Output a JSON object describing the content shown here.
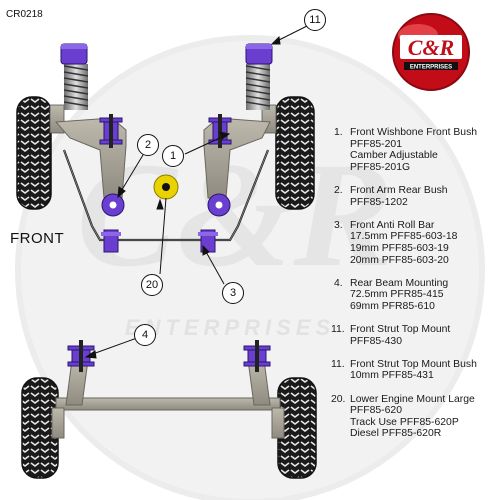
{
  "diagram_code": "CR0218",
  "front_label": "FRONT",
  "logo": {
    "text_main": "C&R",
    "text_sub": "ENTERPRISES",
    "color": "#d0101a"
  },
  "watermark": {
    "text_main": "C&R",
    "text_sub": "ENTERPRISES"
  },
  "callouts": [
    "11",
    "2",
    "1",
    "20",
    "3",
    "4"
  ],
  "bush_color": "#6a3fd0",
  "mount_color": "#e8d300",
  "parts": [
    {
      "num": "1.",
      "lines": [
        "Front Wishbone Front Bush",
        "PFF85-201",
        "Camber Adjustable",
        "PFF85-201G"
      ]
    },
    {
      "num": "2.",
      "lines": [
        "Front Arm Rear Bush",
        "PFF85-1202"
      ]
    },
    {
      "num": "3.",
      "lines": [
        "Front Anti Roll Bar",
        "17.5mm PFF85-603-18",
        "19mm PFF85-603-19",
        "20mm PFF85-603-20"
      ]
    },
    {
      "num": "4.",
      "lines": [
        "Rear Beam Mounting",
        "72.5mm PFR85-415",
        "69mm PFR85-610"
      ]
    },
    {
      "num": "11.",
      "lines": [
        "Front Strut Top Mount",
        "PFF85-430"
      ]
    },
    {
      "num": "11.",
      "lines": [
        "Front Strut Top Mount Bush",
        "10mm PFF85-431"
      ]
    },
    {
      "num": "20.",
      "lines": [
        "Lower Engine Mount Large",
        "PFF85-620",
        "Track Use PFF85-620P",
        "Diesel PFF85-620R"
      ]
    }
  ]
}
